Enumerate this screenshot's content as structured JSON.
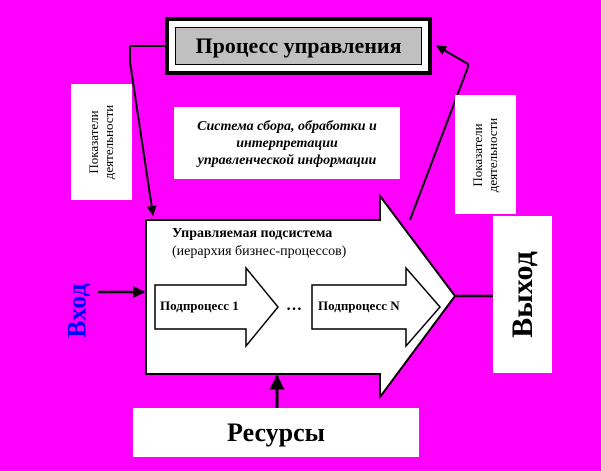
{
  "process_box": {
    "label": "Процесс управления"
  },
  "info_system": {
    "line1": "Система сбора, обработки и",
    "line2": "интерпретации",
    "line3": "управленческой информации"
  },
  "indicators_left": {
    "line1": "Показатели",
    "line2": "деятельности"
  },
  "indicators_right": {
    "line1": "Показатели",
    "line2": "деятельности"
  },
  "subsystem": {
    "title": "Управляемая подсистема",
    "subtitle": "(иерархия бизнес-процессов)",
    "subprocess_1": "Подпроцесс 1",
    "ellipsis": "…",
    "subprocess_n": "Подпроцесс N"
  },
  "input": {
    "label": "Вход",
    "color": "#0000ff"
  },
  "output": {
    "label": "Выход"
  },
  "resources": {
    "label": "Ресурсы"
  },
  "colors": {
    "background": "#ff00ff",
    "panel": "#ffffff",
    "process_inner": "#c0c0c0"
  }
}
